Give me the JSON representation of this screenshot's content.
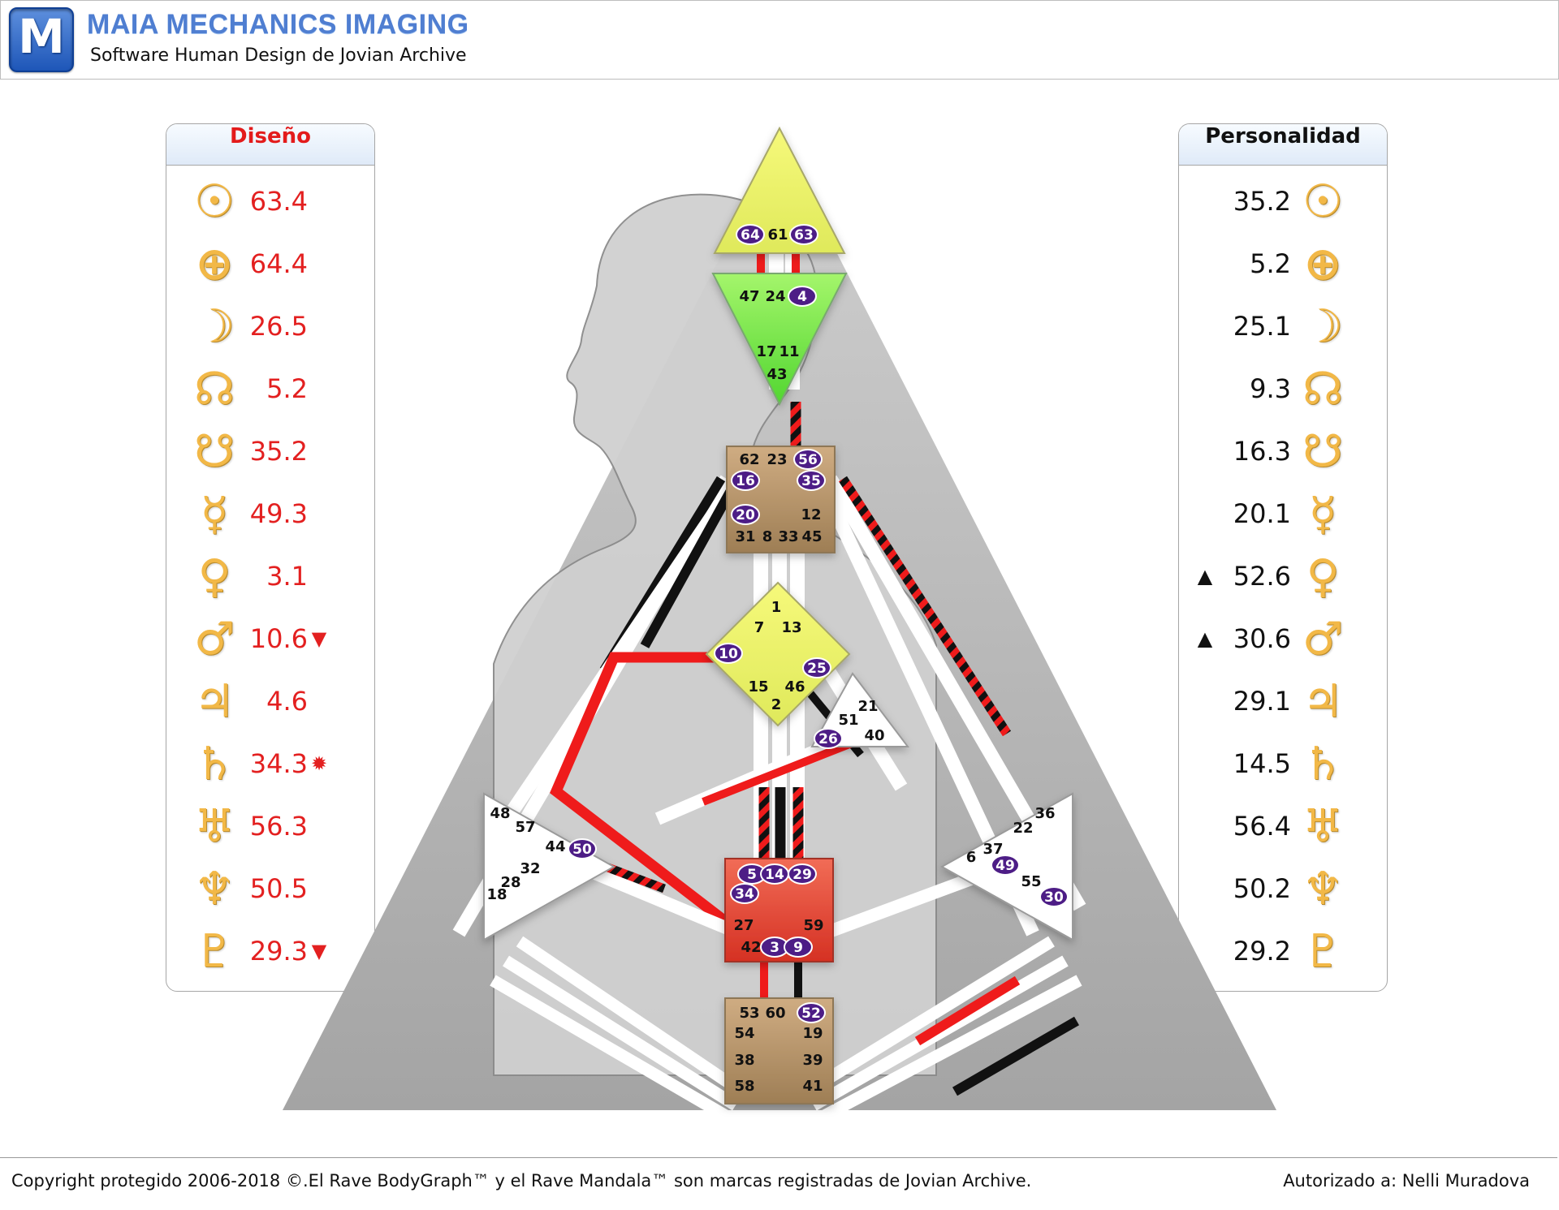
{
  "header": {
    "logo_letter": "M",
    "title": "MAIA MECHANICS IMAGING",
    "subtitle": "Software Human Design de Jovian Archive"
  },
  "design": {
    "title": "Diseño",
    "rows": [
      {
        "glyph": "☉",
        "value": "63.4",
        "marker": ""
      },
      {
        "glyph": "⊕",
        "value": "64.4",
        "marker": ""
      },
      {
        "glyph": "☽",
        "value": "26.5",
        "marker": ""
      },
      {
        "glyph": "☊",
        "value": "5.2",
        "marker": ""
      },
      {
        "glyph": "☋",
        "value": "35.2",
        "marker": ""
      },
      {
        "glyph": "☿",
        "value": "49.3",
        "marker": ""
      },
      {
        "glyph": "♀",
        "value": "3.1",
        "marker": ""
      },
      {
        "glyph": "♂",
        "value": "10.6",
        "marker": "▼"
      },
      {
        "glyph": "♃",
        "value": "4.6",
        "marker": ""
      },
      {
        "glyph": "♄",
        "value": "34.3",
        "marker": "✹"
      },
      {
        "glyph": "♅",
        "value": "56.3",
        "marker": ""
      },
      {
        "glyph": "♆",
        "value": "50.5",
        "marker": ""
      },
      {
        "glyph": "♇",
        "value": "29.3",
        "marker": "▼"
      }
    ]
  },
  "personality": {
    "title": "Personalidad",
    "rows": [
      {
        "glyph": "☉",
        "value": "35.2",
        "marker": ""
      },
      {
        "glyph": "⊕",
        "value": "5.2",
        "marker": ""
      },
      {
        "glyph": "☽",
        "value": "25.1",
        "marker": ""
      },
      {
        "glyph": "☊",
        "value": "9.3",
        "marker": ""
      },
      {
        "glyph": "☋",
        "value": "16.3",
        "marker": ""
      },
      {
        "glyph": "☿",
        "value": "20.1",
        "marker": ""
      },
      {
        "glyph": "♀",
        "value": "52.6",
        "marker": "▲"
      },
      {
        "glyph": "♂",
        "value": "30.6",
        "marker": "▲"
      },
      {
        "glyph": "♃",
        "value": "29.1",
        "marker": ""
      },
      {
        "glyph": "♄",
        "value": "14.5",
        "marker": ""
      },
      {
        "glyph": "♅",
        "value": "56.4",
        "marker": ""
      },
      {
        "glyph": "♆",
        "value": "50.2",
        "marker": ""
      },
      {
        "glyph": "♇",
        "value": "29.2",
        "marker": ""
      }
    ]
  },
  "bodygraph": {
    "head_gates": [
      "64",
      "61",
      "63"
    ],
    "ajna_gates": [
      "47",
      "24",
      "4",
      "17",
      "11",
      "43"
    ],
    "throat_gates": [
      "62",
      "23",
      "56",
      "16",
      "35",
      "20",
      "12",
      "31",
      "8",
      "33",
      "45"
    ],
    "g_gates": [
      "1",
      "7",
      "13",
      "10",
      "25",
      "15",
      "46",
      "2"
    ],
    "heart_gates": [
      "21",
      "51",
      "26",
      "40"
    ],
    "spleen_gates": [
      "48",
      "57",
      "44",
      "50",
      "32",
      "28",
      "18"
    ],
    "solar_gates": [
      "36",
      "22",
      "37",
      "6",
      "49",
      "55",
      "30"
    ],
    "sacral_gates": [
      "5",
      "14",
      "29",
      "34",
      "27",
      "59",
      "42",
      "3",
      "9"
    ],
    "root_gates": [
      "53",
      "60",
      "52",
      "54",
      "19",
      "38",
      "39",
      "58",
      "41"
    ],
    "colors": {
      "defined_red": "#ef1b1b",
      "defined_black": "#111111",
      "purple": "#4d1d86",
      "head": "#eef46b",
      "ajna": "#89ea52",
      "throat": "#b8956a",
      "g": "#eef46b",
      "sacral": "#e44b3c",
      "root": "#b8956a"
    }
  },
  "footer": {
    "copyright": "Copyright protegido 2006-2018 ©.El Rave BodyGraph™ y el Rave Mandala™ son marcas registradas de Jovian Archive.",
    "authorized": "Autorizado a: Nelli Muradova"
  }
}
